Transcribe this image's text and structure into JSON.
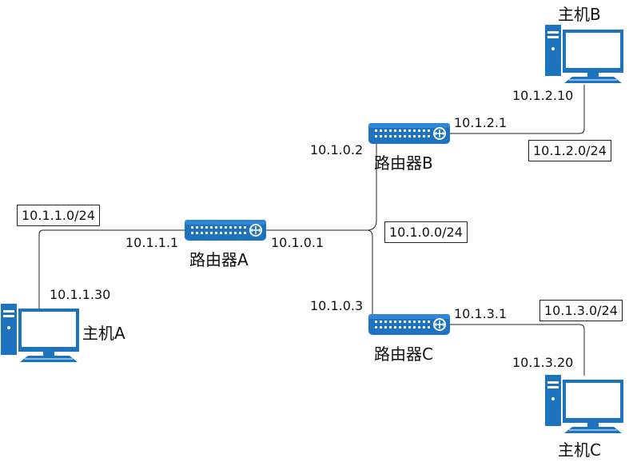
{
  "colors": {
    "device": "#1e73be",
    "device_light": "#2f86d6",
    "line": "#222222"
  },
  "hosts": {
    "a": {
      "name": "主机A",
      "ip": "10.1.1.30",
      "icon": "desktop-computer-icon"
    },
    "b": {
      "name": "主机B",
      "ip": "10.1.2.10",
      "icon": "desktop-computer-icon"
    },
    "c": {
      "name": "主机C",
      "ip": "10.1.3.20",
      "icon": "desktop-computer-icon"
    }
  },
  "routers": {
    "a": {
      "name": "路由器A",
      "ip_left": "10.1.1.1",
      "ip_right": "10.1.0.1",
      "icon": "router-icon"
    },
    "b": {
      "name": "路由器B",
      "ip_left": "10.1.0.2",
      "ip_right": "10.1.2.1",
      "icon": "router-icon"
    },
    "c": {
      "name": "路由器C",
      "ip_left": "10.1.0.3",
      "ip_right": "10.1.3.1",
      "icon": "router-icon"
    }
  },
  "networks": {
    "net1": "10.1.1.0/24",
    "net0": "10.1.0.0/24",
    "net2": "10.1.2.0/24",
    "net3": "10.1.3.0/24"
  }
}
